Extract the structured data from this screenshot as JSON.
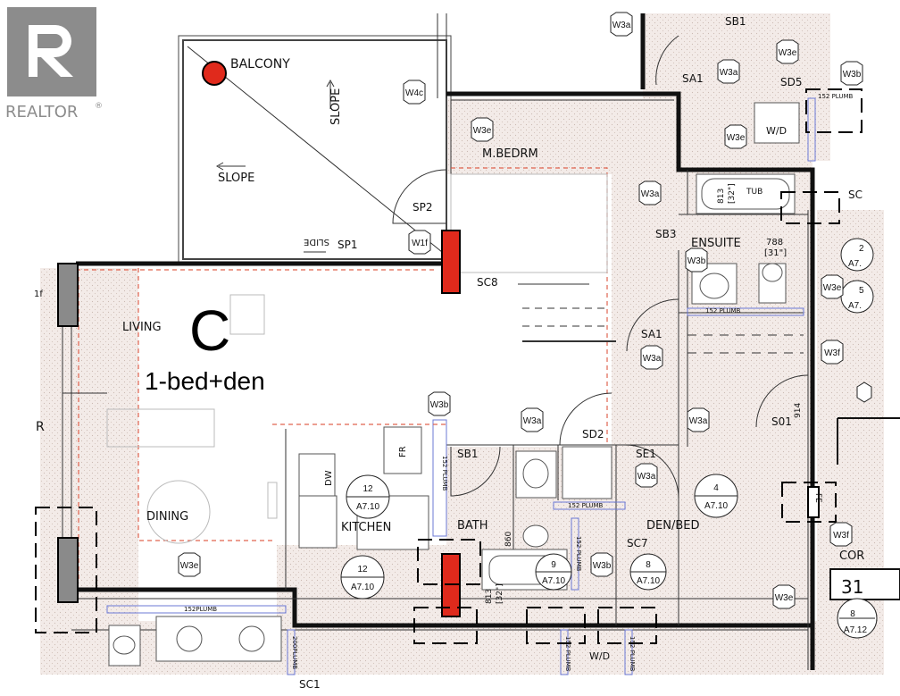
{
  "logo": {
    "text": "REALTOR",
    "mark": "®"
  },
  "unit": {
    "letter": "C",
    "type": "1-bed+den"
  },
  "rooms": {
    "balcony": "BALCONY",
    "slope_up": "SLOPE",
    "slope_left": "SLOPE",
    "slide": "SLIDE",
    "master": "M.BEDRM",
    "ensuite": "ENSUITE",
    "living": "LIVING",
    "dining": "DINING",
    "kitchen": "KITCHEN",
    "bath": "BATH",
    "den": "DEN/BED",
    "corridor": "COR",
    "partial_r": "R"
  },
  "codes": {
    "sp1": "SP1",
    "sp2": "SP2",
    "sc8": "SC8",
    "sb1_top": "SB1",
    "sa1_top": "SA1",
    "sd5": "SD5",
    "sb3": "SB3",
    "sa1": "SA1",
    "so1": "S01",
    "sd2": "SD2",
    "sb1": "SB1",
    "se1": "SE1",
    "sc7": "SC7",
    "sc_edge": "SC",
    "sc1": "SC1",
    "fe": "FE",
    "fr": "FR",
    "dw": "DW",
    "wd_top": "W/D",
    "wd_bottom": "W/D",
    "tub": "TUB",
    "unit_no": "31"
  },
  "windows": {
    "w3a_top": "W3a",
    "w3a_sa1": "W3a",
    "w3e_sa1": "W3e",
    "w3b_top": "W3b",
    "w4c": "W4c",
    "w1f": "W1f",
    "w3e_m": "W3e",
    "w3a_m": "W3a",
    "w3b_ens": "W3b",
    "w3e_ens": "W3e",
    "w3a_sa": "W3a",
    "w3f_r": "W3f",
    "w3a_den": "W3a",
    "w3a_bath": "W3a",
    "w3b_kit": "W3b",
    "w3a_se1": "W3a",
    "w3b_bath": "W3b",
    "w3e_den": "W3e",
    "w3f_cor": "W3f",
    "w3e_left": "W3e",
    "w1f_left": "1f",
    "w3e_top2": "W3e"
  },
  "dims": {
    "d813_top": "813",
    "d32_top": "[32\"]",
    "d788": "788",
    "d31": "[31\"]",
    "d914": "914",
    "d860": "860",
    "d813_bot": "813",
    "d32_bot": "[32\"]",
    "plumb152_ens": "152 PLUMB",
    "plumb152_bath": "152 PLUMB",
    "plumb152_bottom": "152PLUMB",
    "plumb152_top": "152 PLUMB",
    "plumb152_v1": "152 PLUMB",
    "plumb152_v2": "152 PLUMB",
    "plumb152_v3": "152 PLUMB",
    "plumb152_v4": "152 PLUMB",
    "plumb200": "200PLUMB"
  },
  "sections": [
    {
      "num": "12",
      "ref": "A7.10"
    },
    {
      "num": "12",
      "ref": "A7.10"
    },
    {
      "num": "9",
      "ref": "A7.10"
    },
    {
      "num": "8",
      "ref": "A7.10"
    },
    {
      "num": "4",
      "ref": "A7.10"
    },
    {
      "num": "8",
      "ref": "A7.12"
    },
    {
      "num": "2",
      "ref": "A7."
    },
    {
      "num": "5",
      "ref": "A7."
    }
  ],
  "colors": {
    "marker": "#e02a1c",
    "dash": "#e0634f",
    "plumb": "#6b78d6",
    "logo": "#8c8c8c"
  },
  "icons": {
    "logo": "realtor-logo-icon",
    "marker": "red-dot-marker-icon"
  }
}
